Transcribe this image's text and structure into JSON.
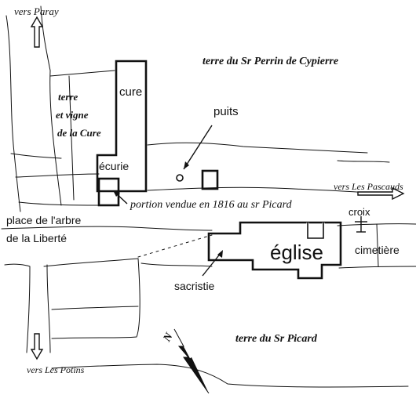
{
  "labels": {
    "vers_paray": "vers Paray",
    "terre_perrin": "terre du Sr Perrin de Cypierre",
    "cure": "cure",
    "terre_vigne_1": "terre",
    "terre_vigne_2": "et vigne",
    "terre_vigne_3": "de la Cure",
    "puits": "puits",
    "ecurie": "écurie",
    "vers_pascauds": "vers Les Pascauds",
    "portion_vendue": "portion vendue en 1816 au sr Picard",
    "place_1": "place de l'arbre",
    "place_2": "de la Liberté",
    "croix": "croix",
    "eglise": "église",
    "cimetiere": "cimetière",
    "sacristie": "sacristie",
    "vers_potins": "vers Les Potins",
    "terre_picard": "terre du Sr Picard",
    "north_letter": "N"
  },
  "colors": {
    "ink": "#111111",
    "paper": "#ffffff"
  }
}
